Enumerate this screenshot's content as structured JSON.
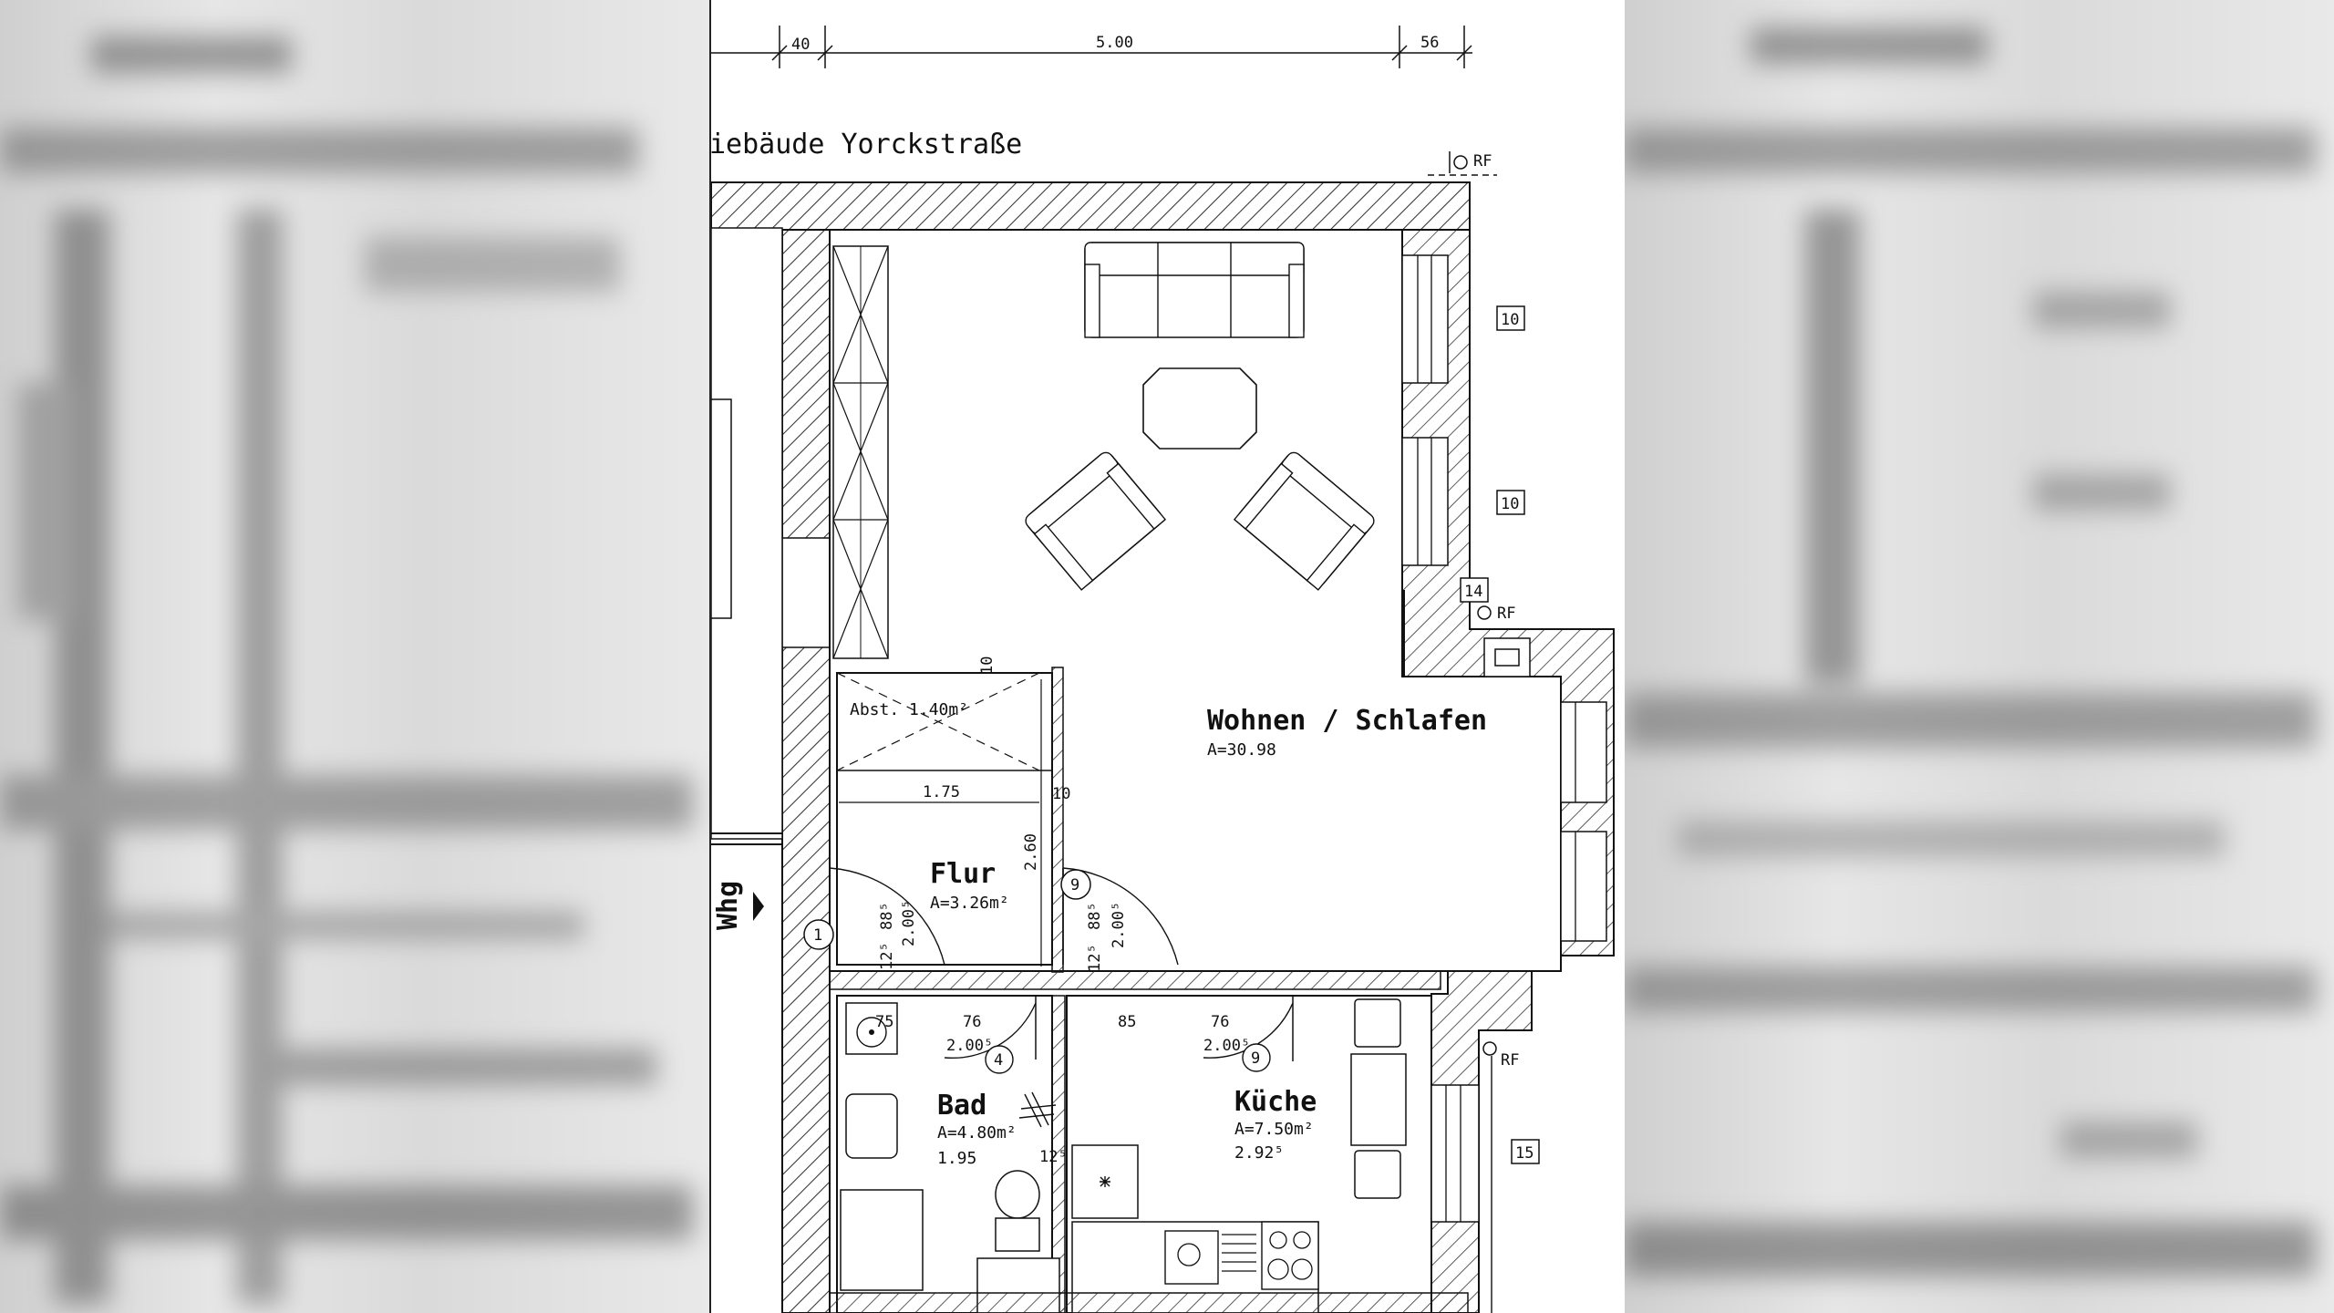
{
  "plan": {
    "title": "iebäude Yorckstraße",
    "top_dims": {
      "d1": "40",
      "d2": "5.00",
      "d3": "56"
    },
    "rf_labels": [
      "RF",
      "RF",
      "RF"
    ],
    "window_tags": [
      "10",
      "10",
      "14",
      "15"
    ],
    "rooms": {
      "wohnen": {
        "name": "Wohnen / Schlafen",
        "area": "A=30.98"
      },
      "flur": {
        "name": "Flur",
        "area": "A=3.26m²"
      },
      "bad": {
        "name": "Bad",
        "area": "A=4.80m²",
        "dim": "1.95"
      },
      "kueche": {
        "name": "Küche",
        "area": "A=7.50m²",
        "dim": "2.92⁵"
      },
      "abst": {
        "name": "Abst. 1.40m²"
      }
    },
    "door_numbers": [
      "1",
      "9",
      "4",
      "9"
    ],
    "dims": {
      "abst_width": "1.75",
      "abst_height": "2.60",
      "wall_10a": "10",
      "wall_10b": "10",
      "flur_door_w": "88⁵",
      "flur_door_h": "2.00⁵",
      "flur_door_s": "12⁵",
      "mid_door_w": "88⁵",
      "mid_door_h": "2.00⁵",
      "mid_door_s": "12⁵",
      "bad_door_w": "76",
      "bad_door_h": "2.00⁵",
      "bad_basin": "75",
      "bad_side": "12⁵",
      "kueche_left": "85",
      "kueche_door_w": "76",
      "kueche_door_h": "2.00⁵"
    },
    "entrance": "Whg"
  }
}
